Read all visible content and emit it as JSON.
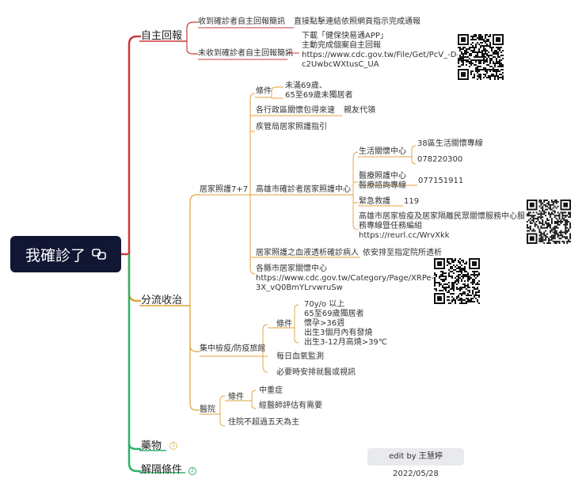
{
  "root": {
    "title": "我確診了"
  },
  "branches": {
    "self_report": {
      "label": "自主回報",
      "received": {
        "label": "收到確診者自主回報簡訊",
        "action": "直接點擊連結依照網頁指示完成通報"
      },
      "not_received": {
        "label": "未收到確診者自主回報簡訊",
        "steps": [
          "下載「健保快易通APP」",
          "主動完成個案自主回報",
          "https://www.cdc.gov.tw/File/Get/PcV_-D-",
          "c2UwbcWXtusC_UA"
        ]
      }
    },
    "triage": {
      "label": "分流收治",
      "home_care": {
        "label": "居家照護7+7",
        "conditions": {
          "label": "條件",
          "items": [
            "未滿69歲、",
            "65至69歲未獨居者"
          ]
        },
        "district": {
          "label": "各行政區關懷包得來速",
          "detail": "親友代領"
        },
        "cdc_guide": "疾管局居家照護指引",
        "kaohsiung": {
          "label": "高雄市確診者居家照護中心",
          "life_care": {
            "label": "生活關懷中心",
            "items": [
              "38區生活關懷專線",
              "078220300"
            ]
          },
          "medical": {
            "label_lines": [
              "醫療照護中心",
              "醫療諮詢專線"
            ],
            "phone": "077151911"
          },
          "emergency": {
            "label": "緊急救護",
            "phone": "119"
          },
          "service": {
            "lines": [
              "高雄市居家檢疫及居家隔離民眾關懷服務中心服",
              "務專線暨任務編組",
              "https://reurl.cc/WrvXkk"
            ]
          }
        },
        "dialysis": {
          "label": "居家照護之血液透析確診病人",
          "detail": "依安排至指定院所透析"
        },
        "county": {
          "lines": [
            "各縣市居家關懷中心",
            "https://www.cdc.gov.tw/Category/Page/XRPe-",
            "3X_vQ0BmYLrvwruSw"
          ]
        }
      },
      "quarantine_hotel": {
        "label": "集中檢疫/防疫旅館",
        "conditions": {
          "label": "條件",
          "items": [
            "70y/o 以上",
            "65至69歲獨居者",
            "懷孕>36週",
            "出生3個月內有發燒",
            "出生3-12月高燒>39℃"
          ]
        },
        "monitor": "每日血氧監測",
        "arrange": "必要時安排就醫或視訊"
      },
      "hospital": {
        "label": "醫院",
        "conditions": {
          "label": "條件",
          "items": [
            "中重症",
            "經醫師評估有需要"
          ]
        },
        "stay": "住院不超過五天為主"
      }
    },
    "medicine": {
      "label": "藥物",
      "badge": "1"
    },
    "isolation": {
      "label": "解隔條件",
      "badge": "2"
    }
  },
  "credit": "edit by 王慧婷 2022/05/28",
  "colors": {
    "red": "#cc3a3a",
    "orange": "#e2a23b",
    "green": "#2db36b",
    "root_bg": "#111633"
  }
}
